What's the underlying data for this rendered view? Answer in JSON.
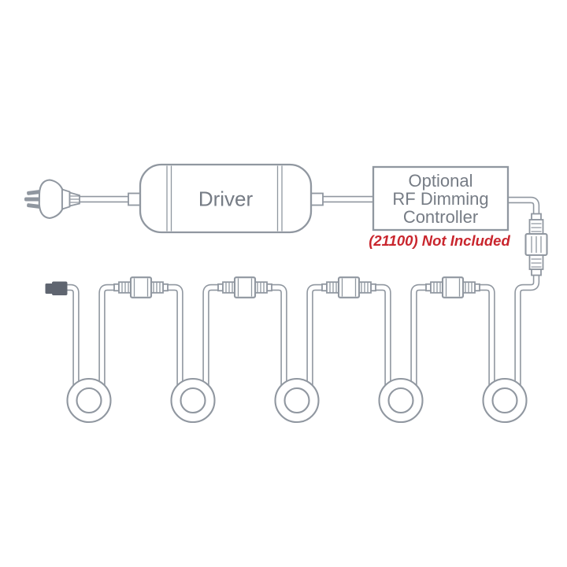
{
  "colors": {
    "background": "#ffffff",
    "line": "#9097a0",
    "label_text": "#767c85",
    "warning_text": "#c9262e",
    "dark_cap": "#5f6570"
  },
  "diagram": {
    "driver": {
      "label": "Driver"
    },
    "controller": {
      "label_lines": [
        "Optional",
        "RF Dimming",
        "Controller"
      ],
      "note": "(21100) Not Included"
    },
    "lights": {
      "puck_count": 5,
      "inline_connector_count": 4
    }
  }
}
